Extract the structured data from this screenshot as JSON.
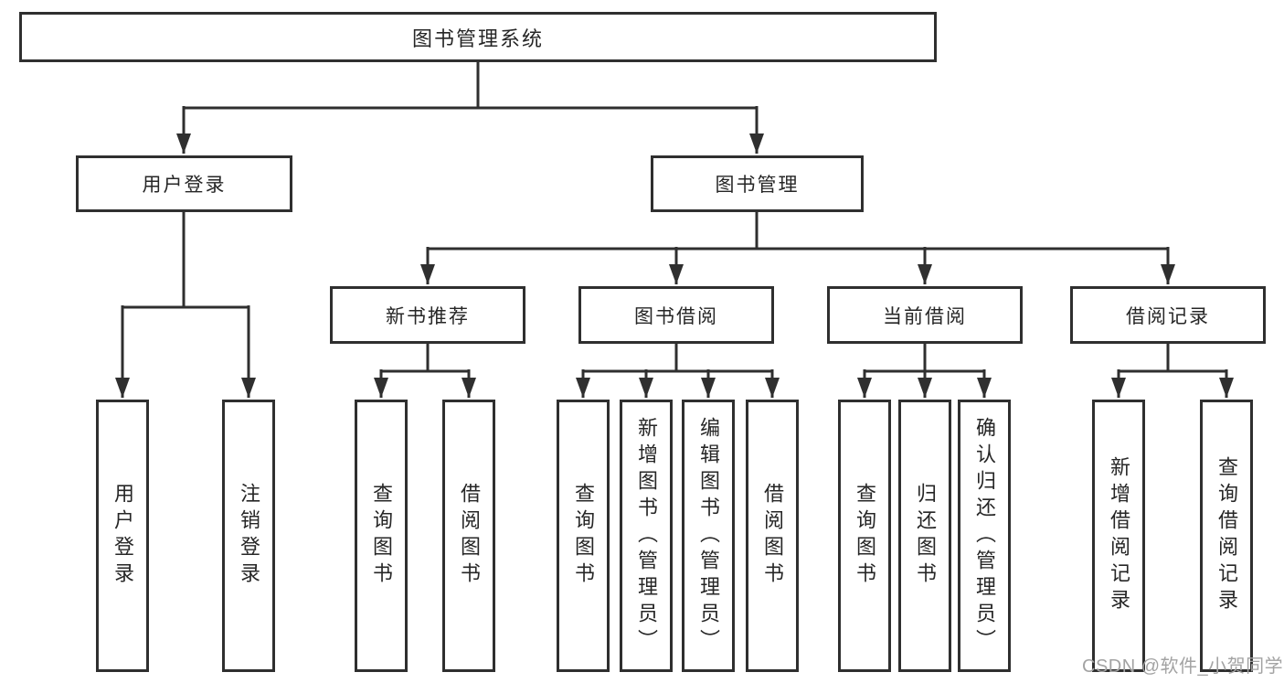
{
  "diagram": {
    "root": {
      "label": "图书管理系统"
    },
    "branches": [
      {
        "label": "用户登录",
        "children": [
          {
            "label": "用户登录"
          },
          {
            "label": "注销登录"
          }
        ]
      },
      {
        "label": "图书管理",
        "children": [
          {
            "label": "新书推荐",
            "children": [
              {
                "label": "查询图书"
              },
              {
                "label": "借阅图书"
              }
            ]
          },
          {
            "label": "图书借阅",
            "children": [
              {
                "label": "查询图书"
              },
              {
                "label": "新增图书（管理员）"
              },
              {
                "label": "编辑图书（管理员）"
              },
              {
                "label": "借阅图书"
              }
            ]
          },
          {
            "label": "当前借阅",
            "children": [
              {
                "label": "查询图书"
              },
              {
                "label": "归还图书"
              },
              {
                "label": "确认归还（管理员）"
              }
            ]
          },
          {
            "label": "借阅记录",
            "children": [
              {
                "label": "新增借阅记录"
              },
              {
                "label": "查询借阅记录"
              }
            ]
          }
        ]
      }
    ]
  },
  "watermark": {
    "text": "CSDN @软件_小贺同学"
  },
  "colors": {
    "line": "#2f2f2f",
    "text": "#262626",
    "watermark": "#a3a3a3",
    "background": "#ffffff"
  }
}
